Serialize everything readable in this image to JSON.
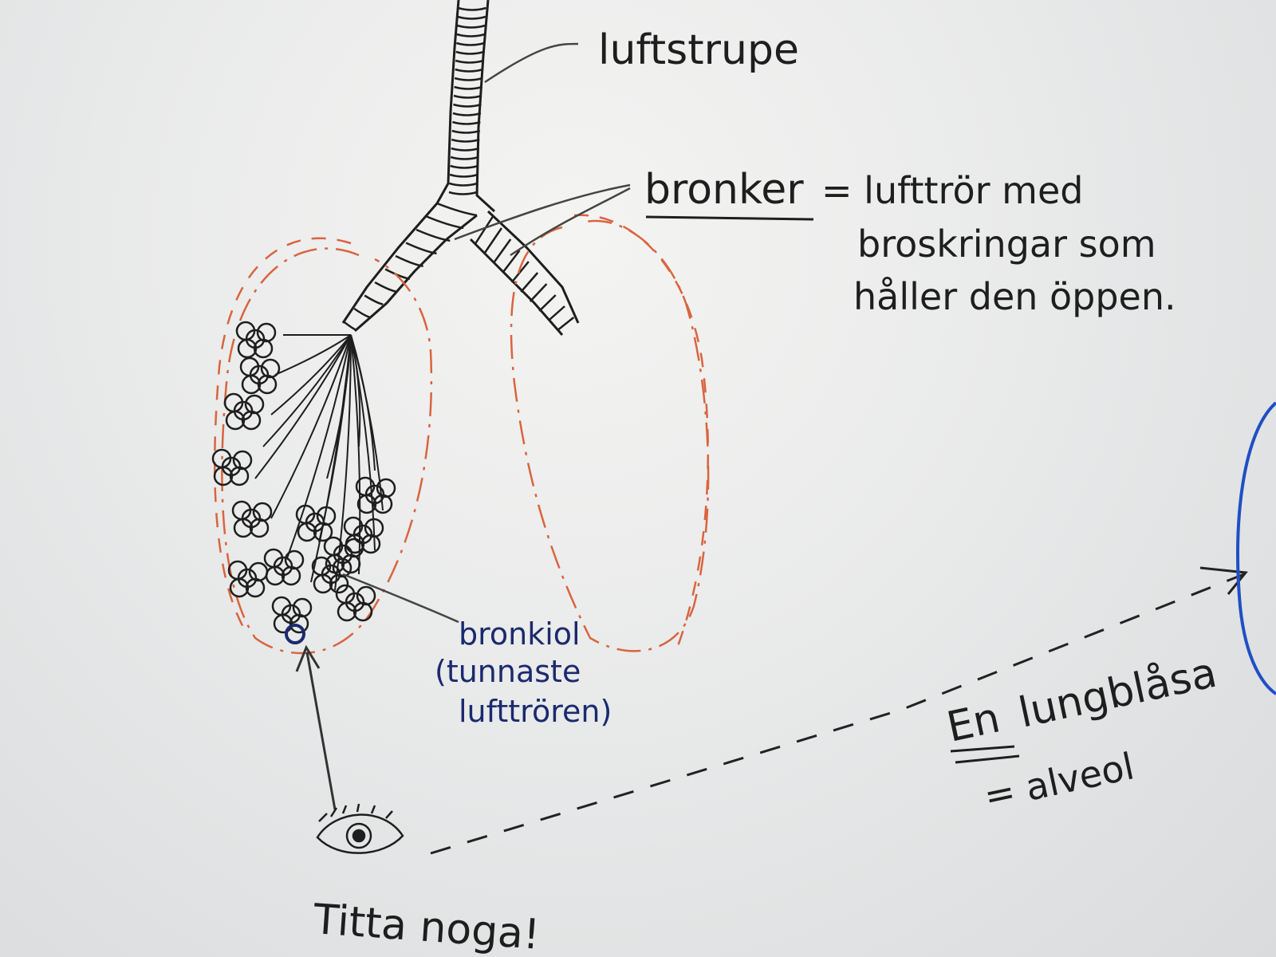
{
  "labels": {
    "luftstrupe": "luftstrupe",
    "bronker": "bronker",
    "bronker_def_1": "= lufttrör med",
    "bronker_def_2": "broskringar som",
    "bronker_def_3": "håller den öppen.",
    "bronkiol_1": "bronkiol",
    "bronkiol_2": "(tunnaste",
    "bronkiol_3": "lufttrören)",
    "en": "En",
    "lungblasa": "lungblåsa",
    "alveol": "= alveol",
    "tittanoga": "Titta noga!"
  },
  "colors": {
    "ink_black": "#1e1e1e",
    "ink_red": "#d9643f",
    "ink_blue": "#1b2a6e",
    "ink_bright_blue": "#1f4fc4",
    "board": "#e9eaea"
  }
}
